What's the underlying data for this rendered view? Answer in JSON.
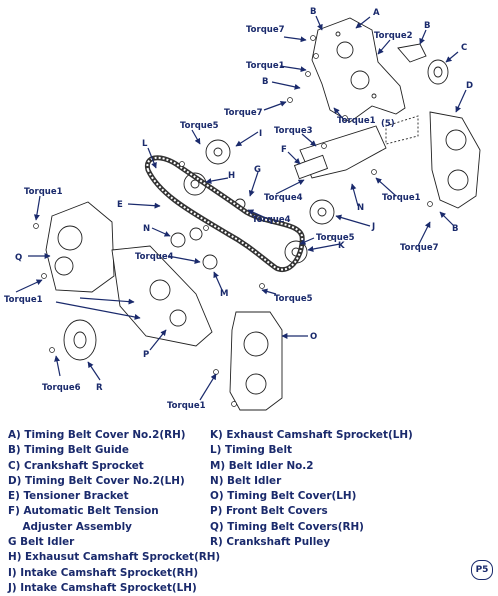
{
  "callouts": {
    "a_top": "A",
    "b_top": "B",
    "torque7_top": "Torque7",
    "torque2": "Torque2",
    "b_right_top": "B",
    "c": "C",
    "torque1_upper": "Torque1",
    "b_mid": "B",
    "d": "D",
    "torque7_mid": "Torque7",
    "torque1_center": "Torque1",
    "five": "(5)",
    "torque5_upper": "Torque5",
    "i": "I",
    "torque3": "Torque3",
    "l": "L",
    "f": "F",
    "g": "G",
    "h": "H",
    "torque4_upper": "Torque4",
    "e": "E",
    "torque1_right": "Torque1",
    "torque1_left": "Torque1",
    "n_right": "N",
    "torque4_mid": "Torque4",
    "j": "J",
    "b_right": "B",
    "n_left": "N",
    "torque5_mid": "Torque5",
    "k": "K",
    "torque7_right": "Torque7",
    "q": "Q",
    "torque4_lower": "Torque4",
    "m": "M",
    "torque1_lower_left": "Torque1",
    "torque5_lower": "Torque5",
    "o": "O",
    "p": "P",
    "torque6": "Torque6",
    "r": "R",
    "torque1_bottom": "Torque1"
  },
  "legend_left": [
    "A) Timing Belt Cover No.2(RH)",
    "B) Timing Belt Guide",
    "C) Crankshaft Sprocket",
    "D) Timing Belt Cover No.2(LH)",
    "E) Tensioner Bracket",
    "F) Automatic Belt Tension",
    "    Adjuster Assembly",
    "G Belt Idler",
    "H) Exhausut Camshaft Sprocket(RH)",
    "I) Intake Camshaft Sprocket(RH)",
    "J) Intake Camshaft Sprocket(LH)"
  ],
  "legend_right": [
    "K) Exhaust Camshaft Sprocket(LH)",
    "L) Timing Belt",
    "M) Belt Idler No.2",
    "N) Belt Idler",
    "O) Timing Belt Cover(LH)",
    "P) Front Belt Covers",
    "Q) Timing Belt Covers(RH)",
    "R) Crankshaft Pulley"
  ],
  "page_badge": "P5",
  "colors": {
    "ink": "#1a2a6c",
    "drawing": "#222222"
  }
}
